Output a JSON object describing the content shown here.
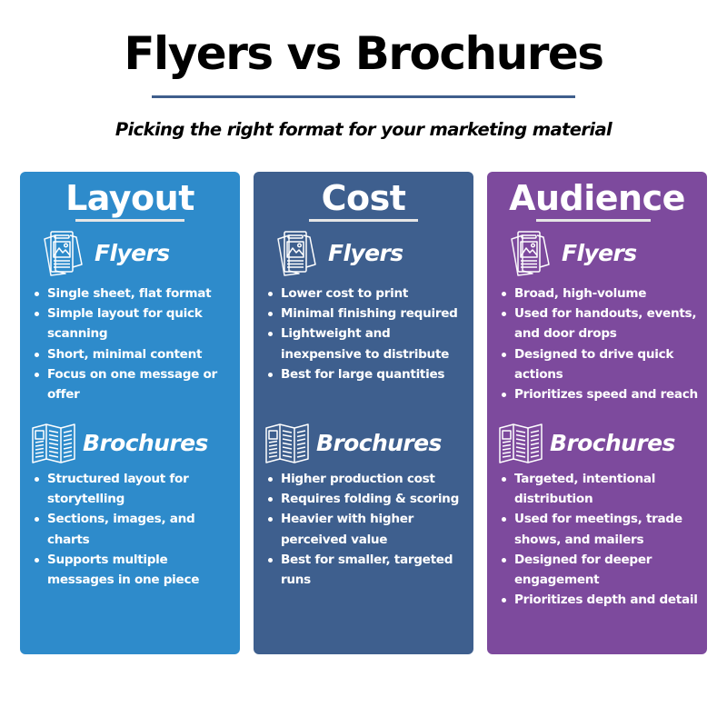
{
  "header": {
    "title": "Flyers vs Brochures",
    "subtitle": "Picking the right format for your marketing material",
    "rule_color": "#3f5e8c"
  },
  "cards": [
    {
      "title": "Layout",
      "color": "#2e8bcb",
      "flyers": {
        "icon": "flyer-icon",
        "label": "Flyers",
        "items": [
          "Single sheet, flat format",
          "Simple layout for quick scanning",
          "Short, minimal content",
          "Focus on one message or offer"
        ]
      },
      "brochures": {
        "icon": "brochure-icon",
        "label": "Brochures",
        "items": [
          "Structured layout for storytelling",
          "Sections, images, and charts",
          "Supports multiple messages in one piece"
        ]
      }
    },
    {
      "title": "Cost",
      "color": "#3e5f8e",
      "flyers": {
        "icon": "flyer-icon",
        "label": "Flyers",
        "items": [
          "Lower cost to print",
          "Minimal finishing required",
          "Lightweight and inexpensive to distribute",
          "Best for large quantities"
        ]
      },
      "brochures": {
        "icon": "brochure-icon",
        "label": "Brochures",
        "items": [
          "Higher production cost",
          "Requires folding & scoring",
          "Heavier with higher perceived value",
          "Best for smaller, targeted runs"
        ]
      }
    },
    {
      "title": "Audience",
      "color": "#7d4a9d",
      "flyers": {
        "icon": "flyer-icon",
        "label": "Flyers",
        "items": [
          "Broad, high-volume",
          "Used for handouts, events, and door drops",
          "Designed to drive quick actions",
          "Prioritizes speed and reach"
        ]
      },
      "brochures": {
        "icon": "brochure-icon",
        "label": "Brochures",
        "items": [
          "Targeted, intentional distribution",
          "Used for meetings, trade shows, and mailers",
          "Designed for deeper engagement",
          "Prioritizes depth and detail"
        ]
      }
    }
  ]
}
